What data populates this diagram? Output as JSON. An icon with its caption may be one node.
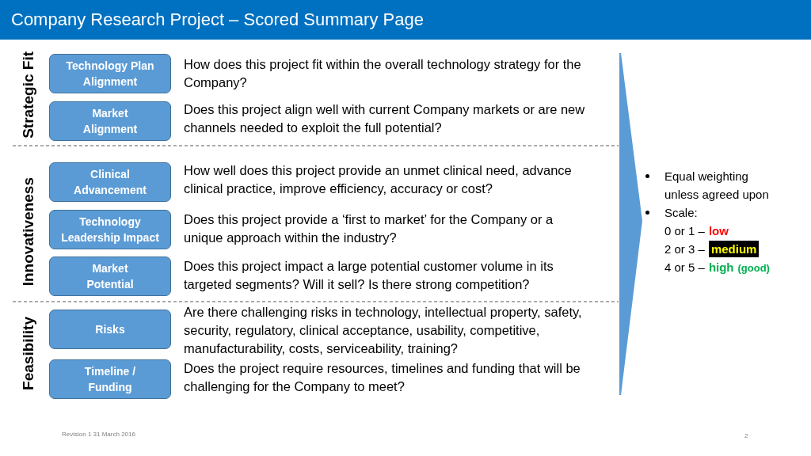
{
  "diagram": {
    "title": "Company Research Project – Scored Summary Page",
    "nodes": [
      {
        "text": [
          "Technology Plan Alignment"
        ],
        "beside": [
          "How does this project fit within the overall technology strategy for the Company?"
        ]
      },
      {
        "text": [
          "Market Alignment"
        ],
        "beside": [
          "Does this project align well with current Company markets or are new channels needed to exploit the full potential?"
        ]
      },
      {
        "text": [
          "Clinical Advancement"
        ],
        "beside": [
          "How well does this project provide an unmet clinical need, advance clinical practice, improve efficiency, accuracy or cost?"
        ]
      },
      {
        "text": [
          "Technology Leadership Impact"
        ],
        "beside": [
          "Does this project provide a ‘first to market’ for the Company or a unique approach within the industry?"
        ]
      },
      {
        "text": [
          "Market Potential"
        ],
        "beside": [
          "Does this project impact a large potential customer volume in its targeted segments?  Will it sell?  Is there strong competition?"
        ]
      },
      {
        "text": [
          "Risks"
        ],
        "beside": [
          "Are there challenging risks in technology, intellectual property, safety, security, regulatory, clinical acceptance, usability, competitive, manufacturability, costs, serviceability, training?"
        ]
      },
      {
        "text": [
          "Timeline / Funding"
        ],
        "beside": [
          "Does the project require resources, timelines and funding that will be challenging for the Company to meet?"
        ]
      },
      {
        "text": [],
        "shape": "chevron"
      }
    ],
    "labels": [
      "Strategic Fit",
      "Innovativeness",
      "Feasibility",
      "Equal weighting unless agreed upon",
      "Scale:",
      "0 or 1 –",
      "low",
      "2 or 3 –",
      "medium",
      "4 or 5 –",
      "high",
      "(good)",
      "Revision 1 31 March 2016",
      "2"
    ]
  }
}
